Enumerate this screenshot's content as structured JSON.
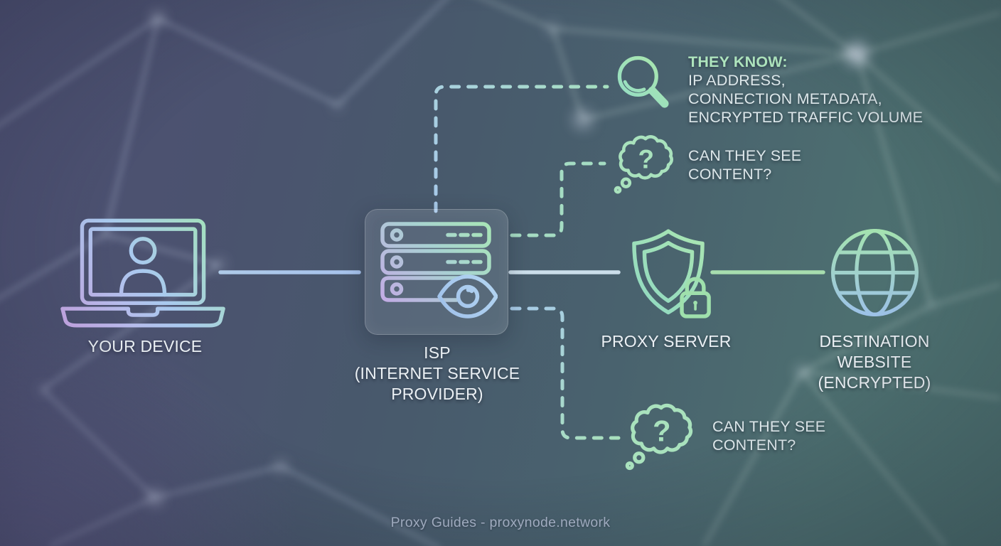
{
  "nodes": {
    "device": {
      "label": "YOUR DEVICE",
      "icon": "laptop-user-icon"
    },
    "isp": {
      "label_line1": "ISP",
      "label_line2": "(INTERNET SERVICE",
      "label_line3": "PROVIDER)",
      "icon": "server-surveillance-eye-icon"
    },
    "proxy": {
      "label": "PROXY SERVER",
      "icon": "shield-lock-icon"
    },
    "destination": {
      "label_line1": "DESTINATION",
      "label_line2": "WEBSITE",
      "label_line3": "(ENCRYPTED)",
      "icon": "globe-icon"
    }
  },
  "annotations": {
    "they_know": {
      "heading": "THEY KNOW:",
      "line1": "IP ADDRESS,",
      "line2": "CONNECTION METADATA,",
      "line3": "ENCRYPTED TRAFFIC VOLUME",
      "icon": "magnifying-glass-icon"
    },
    "question_top": {
      "line1": "CAN THEY SEE",
      "line2": "CONTENT?",
      "mark": "?",
      "icon": "thought-bubble-icon"
    },
    "question_bottom": {
      "line1": "CAN THEY SEE",
      "line2": "CONTENT?",
      "mark": "?",
      "icon": "thought-bubble-icon"
    }
  },
  "footer": {
    "text": "Proxy Guides - proxynode.network"
  },
  "colors": {
    "background_left": "#4c5172",
    "background_right": "#4d7270",
    "accent_green": "#a9e3b7",
    "accent_blue": "#a9c8ee",
    "accent_purple": "#c6abe8",
    "heading_green": "#aee4bd",
    "label_text": "#ebf0f4",
    "footer_text": "#a9b5c9"
  }
}
